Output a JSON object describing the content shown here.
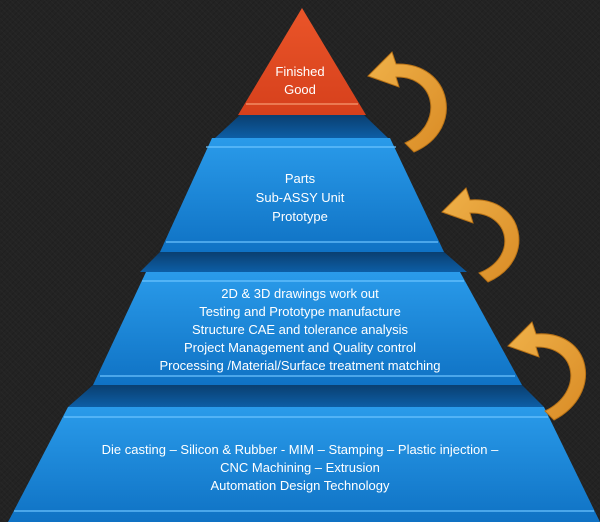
{
  "colors": {
    "tier_blue": "#1b8de0",
    "tier_blue_dark": "#0b5aa0",
    "top_orange": "#e24a23",
    "arrow_gold": "#e8a23a",
    "background": "#232323"
  },
  "tiers": [
    {
      "lines": [
        "Finished",
        "Good"
      ]
    },
    {
      "lines": [
        "Parts",
        "Sub-ASSY Unit",
        "Prototype"
      ]
    },
    {
      "lines": [
        "2D & 3D drawings work out",
        "Testing and Prototype manufacture",
        "Structure CAE and tolerance analysis",
        "Project Management and Quality control",
        "Processing /Material/Surface treatment  matching"
      ]
    },
    {
      "lines": [
        "Die casting – Silicon & Rubber  - MIM – Stamping – Plastic injection –",
        "CNC Machining – Extrusion",
        "Automation Design Technology"
      ]
    }
  ],
  "arrows": [
    {
      "icon": "curved-arrow-icon"
    },
    {
      "icon": "curved-arrow-icon"
    },
    {
      "icon": "curved-arrow-icon"
    }
  ]
}
